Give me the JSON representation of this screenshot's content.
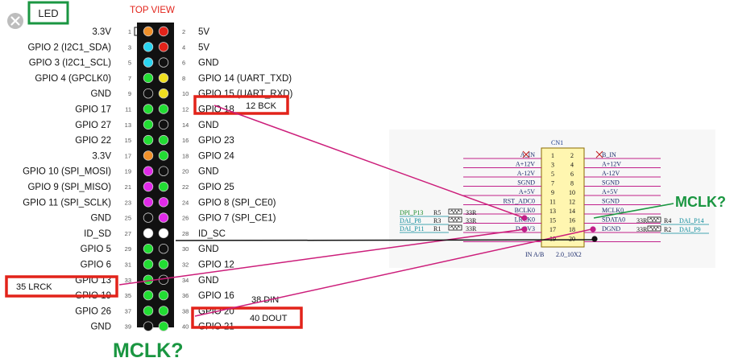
{
  "led_label": "LED",
  "top_view": "TOP VIEW",
  "close_icon": "close-icon",
  "colors": {
    "orange": "#f0902a",
    "red": "#e2231a",
    "cyan": "#2ad4f0",
    "black": "#111111",
    "green": "#22dd33",
    "yellow": "#f0e020",
    "magenta": "#e02ae8",
    "white": "#ffffff",
    "highlight": "#e2231a",
    "mclk_green": "#1a9641",
    "wire": "#cc1d7a",
    "schem_bus": "#c0208a",
    "schem_blue": "#1a3a8a",
    "schem_teal": "#0a8a9a",
    "schem_green": "#1a8a2a"
  },
  "header_rows": [
    {
      "left": "3.3V",
      "ln": "1",
      "rn": "2",
      "right": "5V",
      "lc": "orange",
      "rc": "red"
    },
    {
      "left": "GPIO 2 (I2C1_SDA)",
      "ln": "3",
      "rn": "4",
      "right": "5V",
      "lc": "cyan",
      "rc": "red"
    },
    {
      "left": "GPIO 3 (I2C1_SCL)",
      "ln": "5",
      "rn": "6",
      "right": "GND",
      "lc": "cyan",
      "rc": "black"
    },
    {
      "left": "GPIO 4 (GPCLK0)",
      "ln": "7",
      "rn": "8",
      "right": "GPIO 14 (UART_TXD)",
      "lc": "green",
      "rc": "yellow"
    },
    {
      "left": "GND",
      "ln": "9",
      "rn": "10",
      "right": "GPIO 15 (UART_RXD)",
      "lc": "black",
      "rc": "yellow"
    },
    {
      "left": "GPIO 17",
      "ln": "11",
      "rn": "12",
      "right": "GPIO 18",
      "lc": "green",
      "rc": "green"
    },
    {
      "left": "GPIO 27",
      "ln": "13",
      "rn": "14",
      "right": "GND",
      "lc": "green",
      "rc": "black"
    },
    {
      "left": "GPIO 22",
      "ln": "15",
      "rn": "16",
      "right": "GPIO 23",
      "lc": "green",
      "rc": "green"
    },
    {
      "left": "3.3V",
      "ln": "17",
      "rn": "18",
      "right": "GPIO 24",
      "lc": "orange",
      "rc": "green"
    },
    {
      "left": "GPIO 10 (SPI_MOSI)",
      "ln": "19",
      "rn": "20",
      "right": "GND",
      "lc": "magenta",
      "rc": "black"
    },
    {
      "left": "GPIO 9 (SPI_MISO)",
      "ln": "21",
      "rn": "22",
      "right": "GPIO 25",
      "lc": "magenta",
      "rc": "green"
    },
    {
      "left": "GPIO 11 (SPI_SCLK)",
      "ln": "23",
      "rn": "24",
      "right": "GPIO 8 (SPI_CE0)",
      "lc": "magenta",
      "rc": "magenta"
    },
    {
      "left": "GND",
      "ln": "25",
      "rn": "26",
      "right": "GPIO 7 (SPI_CE1)",
      "lc": "black",
      "rc": "magenta"
    },
    {
      "left": "ID_SD",
      "ln": "27",
      "rn": "28",
      "right": "ID_SC",
      "lc": "white",
      "rc": "white"
    },
    {
      "left": "GPIO 5",
      "ln": "29",
      "rn": "30",
      "right": "GND",
      "lc": "green",
      "rc": "black"
    },
    {
      "left": "GPIO 6",
      "ln": "31",
      "rn": "32",
      "right": "GPIO 12",
      "lc": "green",
      "rc": "green"
    },
    {
      "left": "GPIO 13",
      "ln": "33",
      "rn": "34",
      "right": "GND",
      "lc": "green",
      "rc": "black"
    },
    {
      "left": "GPIO 19",
      "ln": "35",
      "rn": "36",
      "right": "GPIO 16",
      "lc": "green",
      "rc": "green"
    },
    {
      "left": "GPIO 26",
      "ln": "37",
      "rn": "38",
      "right": "GPIO 20",
      "lc": "green",
      "rc": "green"
    },
    {
      "left": "GND",
      "ln": "39",
      "rn": "40",
      "right": "GPIO 21",
      "lc": "black",
      "rc": "green"
    }
  ],
  "annotations": {
    "bck": "12 BCK",
    "lrck": "35 LRCK",
    "din": "38 DIN",
    "dout": "40 DOUT",
    "mclk_right": "MCLK?",
    "mclk_bottom": "MCLK?"
  },
  "schematic": {
    "ref": "CN1",
    "footer_left": "IN A/B",
    "footer_right": "2.0_10X2",
    "pin_rows": [
      {
        "ln": "1",
        "rn": "2",
        "lnet": "A_IN",
        "rnet": "B_IN"
      },
      {
        "ln": "3",
        "rn": "4",
        "lnet": "A+12V",
        "rnet": "A+12V"
      },
      {
        "ln": "5",
        "rn": "6",
        "lnet": "A-12V",
        "rnet": "A-12V"
      },
      {
        "ln": "7",
        "rn": "8",
        "lnet": "SGND",
        "rnet": "SGND"
      },
      {
        "ln": "9",
        "rn": "10",
        "lnet": "A+5V",
        "rnet": "A+5V"
      },
      {
        "ln": "11",
        "rn": "12",
        "lnet": "RST_ADC0",
        "rnet": "SGND"
      },
      {
        "ln": "13",
        "rn": "14",
        "lnet": "BCLK0",
        "rnet": "MCLK0"
      },
      {
        "ln": "15",
        "rn": "16",
        "lnet": "LRCK0",
        "rnet": "SDATA0"
      },
      {
        "ln": "17",
        "rn": "18",
        "lnet": "D+3V3",
        "rnet": "DGND"
      },
      {
        "ln": "19",
        "rn": "20",
        "lnet": "",
        "rnet": ""
      }
    ],
    "left_resistors": [
      {
        "net": "DPI_P13",
        "ref": "R5",
        "val": "33R"
      },
      {
        "net": "DAI_P8",
        "ref": "R3",
        "val": "33R"
      },
      {
        "net": "DAI_P11",
        "ref": "R1",
        "val": "33R"
      }
    ],
    "right_resistors": [
      {
        "val": "33R",
        "ref": "R4",
        "net": "DAI_P14"
      },
      {
        "val": "33R",
        "ref": "R2",
        "net": "DAI_P9"
      }
    ]
  }
}
